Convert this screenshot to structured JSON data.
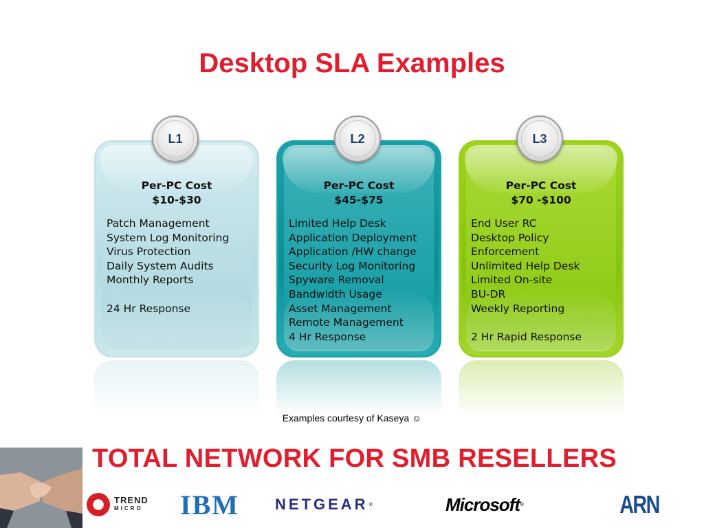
{
  "title": "Desktop SLA Examples",
  "colors": {
    "title": "#e01e2d",
    "card_l1": "#b4dbe2",
    "card_l2": "#0b8f96",
    "card_l3": "#85c40b",
    "badge_text": "#1f3d6b"
  },
  "cards": [
    {
      "level": "L1",
      "cost_label": "Per-PC Cost",
      "cost_value": "$10-$30",
      "items": [
        "Patch Management",
        "System Log Monitoring",
        "Virus Protection",
        "Daily System Audits",
        "Monthly Reports",
        "",
        "24 Hr Response"
      ]
    },
    {
      "level": "L2",
      "cost_label": "Per-PC Cost",
      "cost_value": "$45-$75",
      "items": [
        "Limited Help Desk",
        "Application Deployment",
        "Application /HW change",
        "Security Log Monitoring",
        "Spyware Removal",
        "Bandwidth Usage",
        "Asset Management",
        "Remote Management",
        "4 Hr Response"
      ]
    },
    {
      "level": "L3",
      "cost_label": "Per-PC Cost",
      "cost_value": "$70 -$100",
      "items": [
        "End User RC",
        "Desktop Policy",
        "Enforcement",
        "Unlimited Help Desk",
        "Limited On-site",
        "BU-DR",
        "Weekly Reporting",
        "",
        "2 Hr Rapid Response"
      ]
    }
  ],
  "courtesy": "Examples courtesy of Kaseya ☺",
  "banner": "TOTAL NETWORK FOR SMB RESELLERS",
  "logos": {
    "trend_line1": "TREND",
    "trend_line2": "MICRO",
    "ibm": "IBM",
    "netgear": "NETGEAR",
    "microsoft": "Microsoft",
    "arn": "ARN",
    "registered": "®"
  }
}
